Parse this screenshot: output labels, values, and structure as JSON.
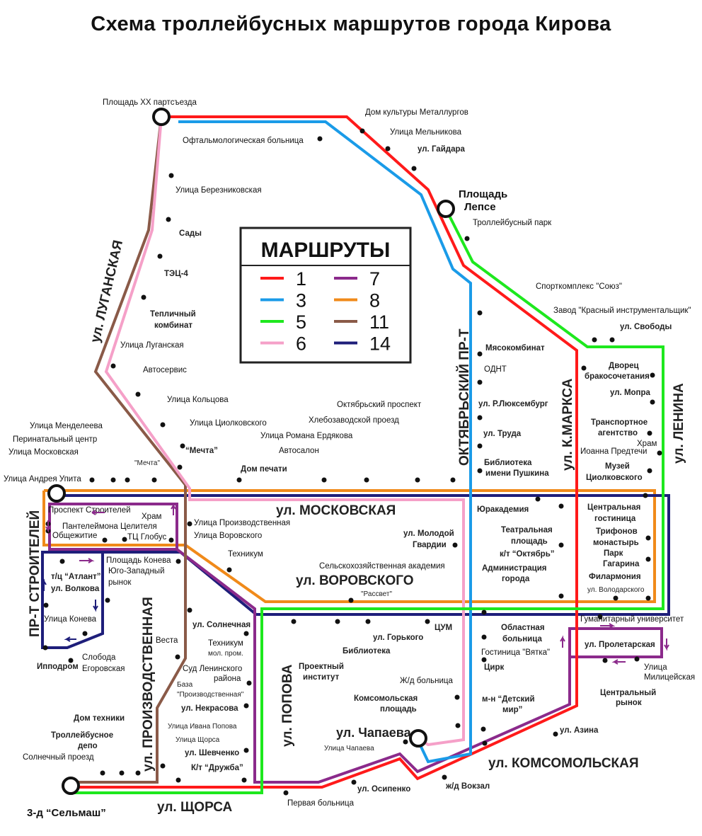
{
  "title": "Схема троллейбусных маршрутов города Кирова",
  "legend": {
    "title": "МАРШРУТЫ",
    "routes": [
      {
        "number": "1",
        "color": "#ff1a1a"
      },
      {
        "number": "3",
        "color": "#1a9be8"
      },
      {
        "number": "5",
        "color": "#1ee81e"
      },
      {
        "number": "6",
        "color": "#f5a0c8"
      },
      {
        "number": "7",
        "color": "#8b2a8b"
      },
      {
        "number": "8",
        "color": "#f08a1a"
      },
      {
        "number": "11",
        "color": "#8a5a48"
      },
      {
        "number": "14",
        "color": "#1e1e7a"
      }
    ]
  },
  "streets": {
    "luganskaya": "ул. ЛУГАНСКАЯ",
    "stroiteley": "ПР-Т  СТРОИТЕЛЕЙ",
    "proizvodstvennaya": "ул. ПРОИЗВОДСТВЕННАЯ",
    "popova": "ул. ПОПОВА",
    "oktyabrsky": "ОКТЯБРЬСКИЙ  ПР-Т",
    "kmarksa": "ул. К.МАРКСА",
    "lenina": "ул. ЛЕНИНА",
    "moskovskaya": "ул. МОСКОВСКАЯ",
    "vorovskogo": "ул. ВОРОВСКОГО",
    "shchorsa": "ул. ЩОРСА",
    "komsomolskaya": "ул. КОМСОМОЛЬСКАЯ",
    "chapaeva": "ул. Чапаева"
  },
  "terminals": {
    "partsezd": "Площадь XX партсъезда",
    "lepse1": "Площадь",
    "lepse2": "Лепсе",
    "selmash": "3-д “Сельмаш”"
  },
  "stops": {
    "oftalm": "Офтальмологическая больница",
    "dkmet": "Дом культуры Металлургов",
    "melnikova": "Улица Мельникова",
    "gaydara": "ул. Гайдара",
    "trpark": "Троллейбусный парк",
    "bereznik": "Улица Березниковская",
    "sady": "Сады",
    "tec4": "ТЭЦ-4",
    "teplich1": "Тепличный",
    "teplich2": "комбинат",
    "lugansk": "Улица Луганская",
    "avtoserv": "Автосервис",
    "koltsova": "Улица Кольцова",
    "tsiolk": "Улица Циолковского",
    "mechta1": "“Мечта”",
    "mechta2": "\"Мечта\"",
    "mendeleeva": "Улица Менделеева",
    "perinat": "Перинатальный центр",
    "moskovsk": "Улица Московская",
    "upita": "Улица Андрея Упита",
    "oktprosp": "Октябрьский проспект",
    "hlebozav": "Хлебозаводской проезд",
    "erdyakova": "Улица Романа Ердякова",
    "avtosalon": "Автосалон",
    "dompechati": "Дом печати",
    "soyuz": "Спорткомплекс \"Союз\"",
    "kraskin": "Завод \"Красный инструментальщик\"",
    "svobody": "ул. Свободы",
    "myaso": "Мясокомбинат",
    "odnt": "ОДНТ",
    "lyuks": "ул. Р.Люксембург",
    "truda": "ул. Труда",
    "biblp1": "Библиотека",
    "biblp2": "имени Пушкина",
    "dvorec1": "Дворец",
    "dvorec2": "бракосочетания",
    "mopra": "ул. Мопра",
    "transag1": "Транспортное",
    "transag2": "агентство",
    "hramip1": "Храм",
    "hramip2": "Иоанна Предтечи",
    "muzey1": "Музей",
    "muzey2": "Циолковского",
    "prstr": "Проспект Строителей",
    "hrampc1": "Храм",
    "hrampc2": "Пантелеймона Целителя",
    "obshch": "Общежитие",
    "globus": "ТЦ Глобус",
    "proizv": "Улица Производственная",
    "vorovsk": "Улица Воровского",
    "tehnikum": "Техникум",
    "konevapl": "Площадь Конева",
    "yuzr1": "Юго-Западный",
    "yuzr2": "рынок",
    "atlant": "т/ц “Атлант”",
    "volkova": "ул. Волкова",
    "koneva": "Улица Конева",
    "ippodrom": "Ипподром",
    "sloboda1": "Слобода",
    "sloboda2": "Егоровская",
    "molgv1": "ул. Молодой",
    "molgv2": "Гвардии",
    "selhoz": "Сельскохозяйственная академия",
    "rassvet": "\"Рассвет\"",
    "yurak": "Юракадемия",
    "teatr1": "Театральная",
    "teatr2": "площадь",
    "oktyabr": "к/т “Октябрь”",
    "admin1": "Администрация",
    "admin2": "города",
    "cgost1": "Центральная",
    "cgost2": "гостиница",
    "trif1": "Трифонов",
    "trif2": "монастырь",
    "park1": "Парк",
    "park2": "Гагарина",
    "filarm": "Филармония",
    "volod": "ул. Володарского",
    "solnech": "ул. Солнечная",
    "tehmol1": "Техникум",
    "tehmol2": "мол. пром.",
    "vesta": "Веста",
    "sud1": "Суд Ленинского",
    "sud2": "района",
    "baza1": "База",
    "baza2": "\"Производственная\"",
    "nekrasova": "ул. Некрасова",
    "ivpopova": "Улица Ивана Попова",
    "shchorsa": "Улица Щорса",
    "shevchenko": "ул. Шевченко",
    "druzhba": "К/т “Дружба”",
    "domteh": "Дом техники",
    "depo1": "Троллейбусное",
    "depo2": "депо",
    "solnpr": "Солнечный проезд",
    "proekt1": "Проектный",
    "proekt2": "институт",
    "bibl": "Библиотека",
    "gorkogo": "ул. Горького",
    "tsum": "ЦУМ",
    "oblb1": "Областная",
    "oblb2": "больница",
    "vyatka": "Гостиница \"Вятка\"",
    "cirk": "Цирк",
    "guman": "Гуманитарный университет",
    "proletar": "ул. Пролетарская",
    "milic1": "Улица",
    "milic2": "Милицейская",
    "crynok1": "Центральный",
    "crynok2": "рынок",
    "zhdb": "Ж/д больница",
    "komspl1": "Комсомольская",
    "komspl2": "площадь",
    "detmir1": "м-н “Детский",
    "detmir2": "мир”",
    "azina": "ул. Азина",
    "ulchap": "Улица Чапаева",
    "osipenko": "ул. Осипенко",
    "vokzal": "ж/д Вокзал",
    "pervb": "Первая больница"
  }
}
